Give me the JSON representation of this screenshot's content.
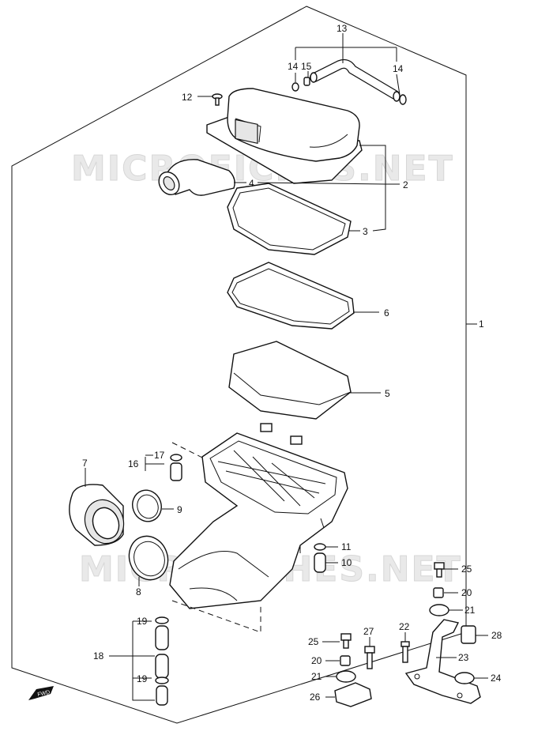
{
  "watermarks": [
    "MICROFICHES.NET",
    "MICROFICHES.NET"
  ],
  "fwd_label": "FWD",
  "callouts": [
    "1",
    "2",
    "3",
    "4",
    "5",
    "6",
    "7",
    "8",
    "9",
    "10",
    "11",
    "12",
    "13",
    "14",
    "14",
    "15",
    "16",
    "17",
    "18",
    "19",
    "19",
    "20",
    "20",
    "21",
    "21",
    "22",
    "23",
    "24",
    "25",
    "25",
    "26",
    "27",
    "28"
  ],
  "colors": {
    "line": "#111111",
    "watermark": "#e0e0e0",
    "background": "#ffffff"
  }
}
